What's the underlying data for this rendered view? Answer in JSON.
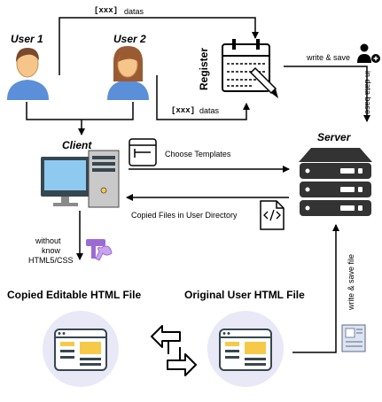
{
  "actors": {
    "user1": "User 1",
    "user2": "User 2",
    "client": "Client",
    "server": "Server",
    "register": "Register"
  },
  "edges": {
    "datas_top_tag": "[xxx]",
    "datas_top": "datas",
    "datas_mid_tag": "[xxx]",
    "datas_mid": "datas",
    "write_save": "write & save",
    "in_database": "in data base",
    "choose_templates": "Choose Templates",
    "copied_files": "Copied Files in User Directory",
    "without_know": [
      "without",
      "know",
      "HTML5/CSS"
    ],
    "write_save_file": "write & save file"
  },
  "files": {
    "copied_editable": "Copied Editable HTML File",
    "original_user": "Original User HTML File"
  },
  "colors": {
    "skin": "#f5c58a",
    "skin_stroke": "#c8905a",
    "hair1": "#7a4a2e",
    "hair2": "#9b5b32",
    "shirt": "#5b8fd8",
    "monitor_frame": "#37474f",
    "monitor_screen": "#8ec9f0",
    "tower": "#c9c9c9",
    "server_dark": "#333333",
    "circle_bg": "#e9e8f7",
    "doc_orange": "#f7c948",
    "tool_purple": "#9b6bd3"
  }
}
